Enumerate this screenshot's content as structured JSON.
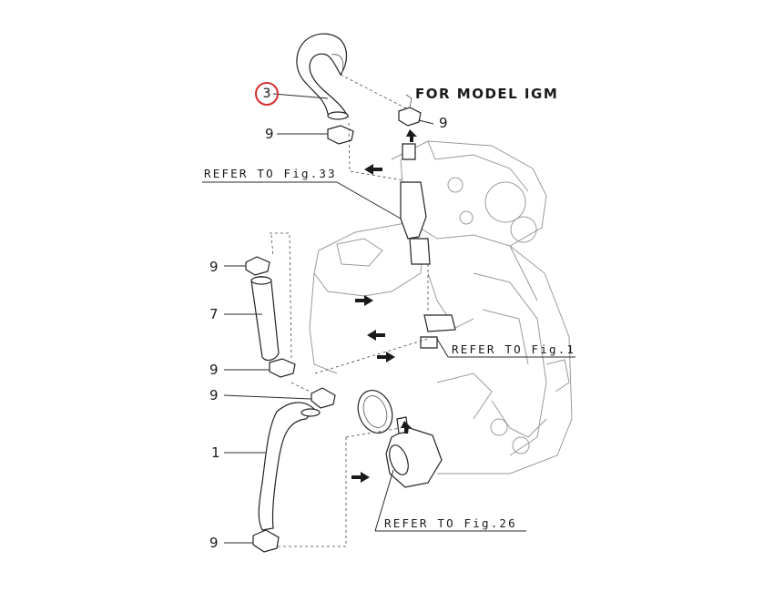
{
  "title": "FOR MODEL IGM",
  "callouts": {
    "hose_upper": "3",
    "hose_mid": "7",
    "hose_lower": "1",
    "clamp": "9"
  },
  "references": {
    "fig33": "REFER TO Fig.33",
    "fig1": "REFER TO Fig.1",
    "fig26": "REFER TO Fig.26"
  },
  "colors": {
    "highlight_circle": "#d32f2f",
    "line_art": "#2a2a2a"
  }
}
